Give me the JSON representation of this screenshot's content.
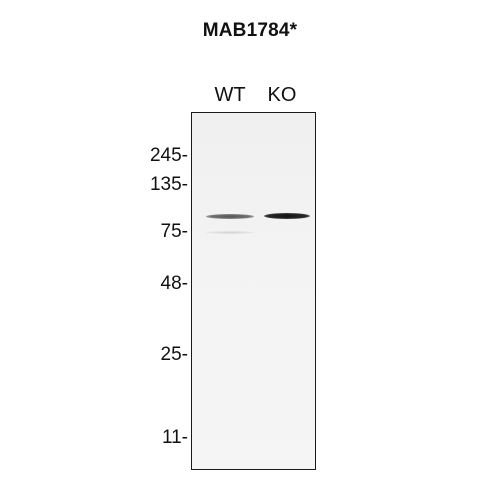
{
  "figure": {
    "title": "MAB1784*",
    "lanes": [
      {
        "label": "WT"
      },
      {
        "label": "KO"
      }
    ],
    "markers": [
      {
        "label": "245-"
      },
      {
        "label": "135-"
      },
      {
        "label": "75-"
      },
      {
        "label": "48-"
      },
      {
        "label": "25-"
      },
      {
        "label": "11-"
      }
    ],
    "colors": {
      "background": "#ffffff",
      "membrane": "#f2f2f2",
      "border": "#1a1a1a",
      "band": "#111111"
    }
  }
}
